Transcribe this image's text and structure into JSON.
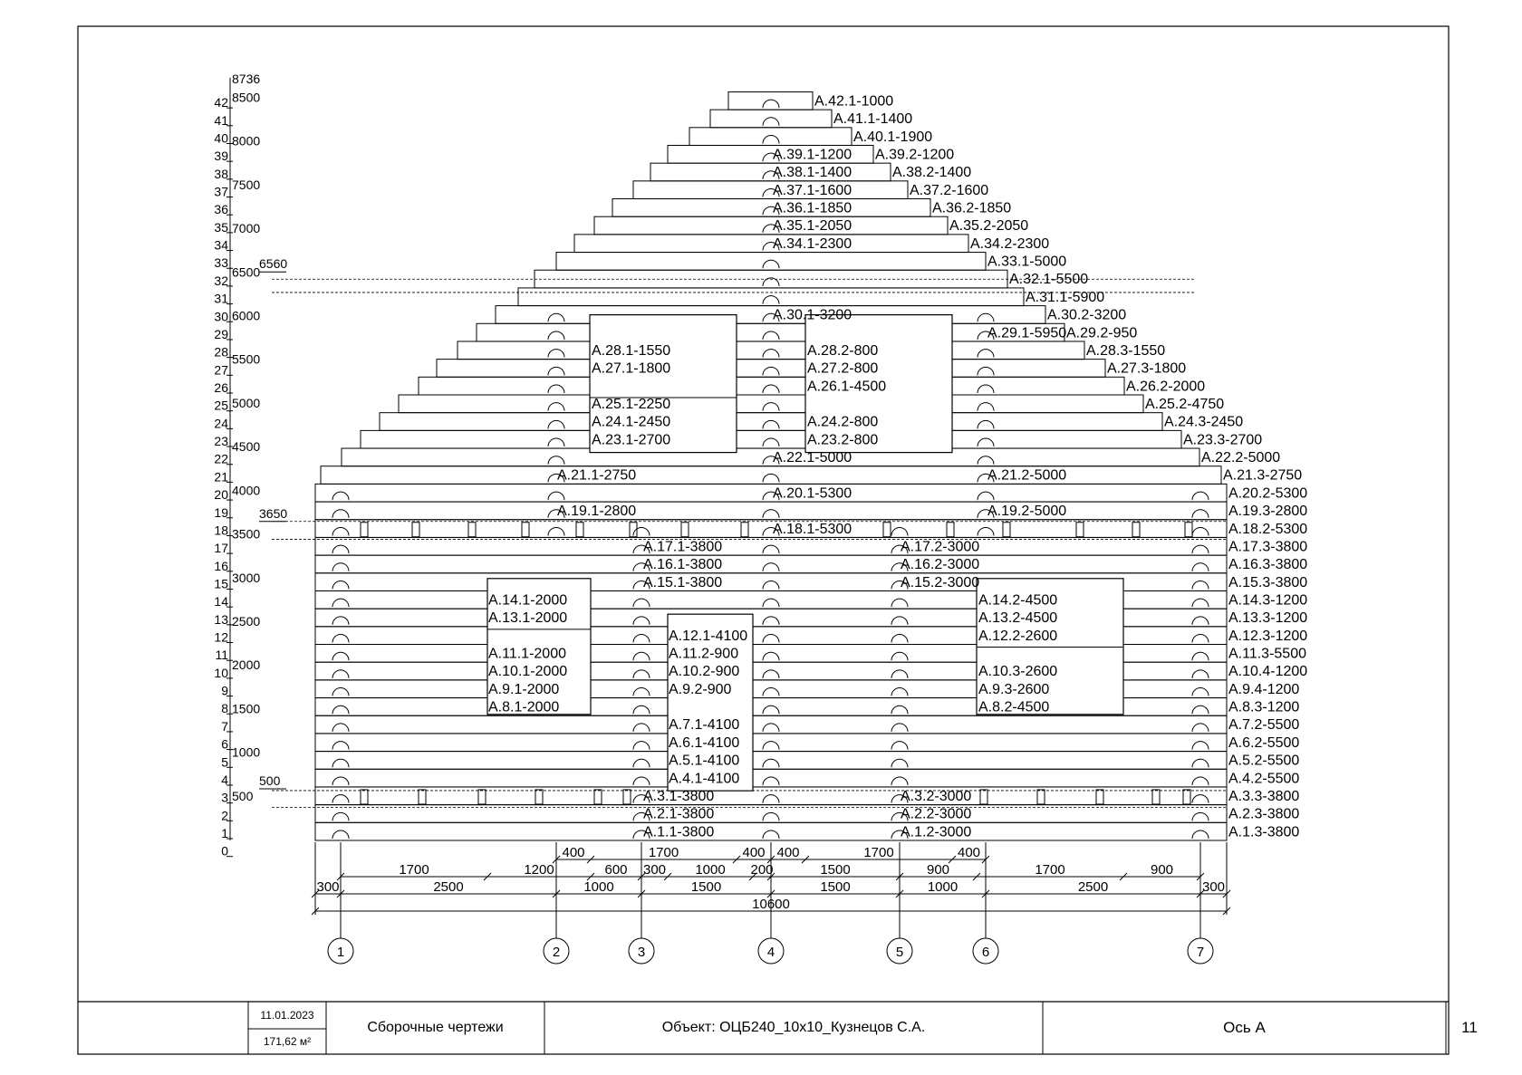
{
  "title_block": {
    "date": "11.01.2023",
    "area": "171,62 м²",
    "section": "Сборочные чертежи",
    "object": "Объект: ОЦБ240_10х10_Кузнецов С.А.",
    "view": "Ось А",
    "sheet": "11"
  },
  "elevation_scale": {
    "row_numbers": [
      "0",
      "1",
      "2",
      "3",
      "4",
      "5",
      "6",
      "7",
      "8",
      "9",
      "10",
      "11",
      "12",
      "13",
      "14",
      "15",
      "16",
      "17",
      "18",
      "19",
      "20",
      "21",
      "22",
      "23",
      "24",
      "25",
      "26",
      "27",
      "28",
      "29",
      "30",
      "31",
      "32",
      "33",
      "34",
      "35",
      "36",
      "37",
      "38",
      "39",
      "40",
      "41",
      "42"
    ],
    "mm_labels": [
      "500",
      "1000",
      "1500",
      "2000",
      "2500",
      "3000",
      "3500",
      "4000",
      "4500",
      "5000",
      "5500",
      "6000",
      "6500",
      "7000",
      "7500",
      "8000",
      "8500"
    ],
    "top": "8736",
    "marks": [
      "6560",
      "3650",
      "500"
    ]
  },
  "axes": [
    "1",
    "2",
    "3",
    "4",
    "5",
    "6",
    "7"
  ],
  "dims": {
    "row1": [
      "400",
      "1700",
      "400",
      "400",
      "1700",
      "400"
    ],
    "row2": [
      "1700",
      "1200",
      "600",
      "300",
      "1000",
      "200",
      "1500",
      "900",
      "1700",
      "900"
    ],
    "row3": [
      "300",
      "2500",
      "1000",
      "1500",
      "1500",
      "1000",
      "2500",
      "300"
    ],
    "total": "10600"
  },
  "logs": {
    "right": [
      "А.1.3-3800",
      "А.2.3-3800",
      "А.3.3-3800",
      "А.4.2-5500",
      "А.5.2-5500",
      "А.6.2-5500",
      "А.7.2-5500",
      "А.8.3-1200",
      "А.9.4-1200",
      "А.10.4-1200",
      "А.11.3-5500",
      "А.12.3-1200",
      "А.13.3-1200",
      "А.14.3-1200",
      "А.15.3-3800",
      "А.16.3-3800",
      "А.17.3-3800",
      "А.18.2-5300",
      "А.19.3-2800",
      "А.20.2-5300",
      "А.21.3-2750",
      "А.22.2-5000",
      "А.23.3-2700",
      "А.24.3-2450",
      "А.25.2-4750",
      "А.26.2-2000",
      "А.27.3-1800",
      "А.28.3-1550",
      "А.29.2-950",
      "А.30.2-3200",
      "А.31.1-5900",
      "А.32.1-5500",
      "А.33.1-5000",
      "А.34.2-2300",
      "А.35.2-2050",
      "А.36.2-1850",
      "А.37.2-1600",
      "А.38.2-1400",
      "А.39.2-1200",
      "А.40.1-1900",
      "А.41.1-1400",
      "А.42.1-1000"
    ],
    "left_wall": [
      "А.1.1-3800",
      "А.2.1-3800",
      "А.3.1-3800",
      "",
      "",
      "",
      "",
      "",
      "",
      "",
      "",
      "",
      "",
      "",
      "А.15.1-3800",
      "А.16.1-3800",
      "А.17.1-3800"
    ],
    "right_wall": [
      "А.1.2-3000",
      "А.2.2-3000",
      "А.3.2-3000",
      "",
      "",
      "",
      "",
      "",
      "",
      "",
      "",
      "",
      "",
      "",
      "А.15.2-3000",
      "А.16.2-3000",
      "А.17.2-3000"
    ],
    "left_window": [
      "А.8.1-2000",
      "А.9.1-2000",
      "А.10.1-2000",
      "А.11.1-2000",
      "",
      "А.13.1-2000",
      "А.14.1-2000"
    ],
    "door": [
      "А.4.1-4100",
      "А.5.1-4100",
      "А.6.1-4100",
      "А.7.1-4100",
      "",
      "А.9.2-900",
      "А.10.2-900",
      "А.11.2-900",
      "А.12.1-4100"
    ],
    "right_window": [
      "А.8.2-4500",
      "А.9.3-2600",
      "А.10.3-2600",
      "",
      "А.12.2-2600",
      "А.13.2-4500",
      "А.14.2-4500"
    ],
    "gable_left": [
      "А.19.1-2800",
      "",
      "А.21.1-2750",
      "",
      "",
      "",
      "",
      "",
      "",
      "",
      ""
    ],
    "gable_right": [
      "А.19.2-5000",
      "",
      "А.21.2-5000",
      "",
      "",
      "",
      "",
      "",
      "",
      "",
      "А.29.1-5950"
    ],
    "center": [
      "А.18.1-5300",
      "",
      "А.20.1-5300",
      "",
      "А.22.1-5000",
      "",
      "",
      "",
      "",
      "",
      "",
      "",
      "А.30.1-3200",
      "",
      "",
      "",
      "А.34.1-2300",
      "А.35.1-2050",
      "А.36.1-1850",
      "А.37.1-1600",
      "А.38.1-1400",
      "А.39.1-1200"
    ],
    "upper_left_window": [
      "А.23.1-2700",
      "А.24.1-2450",
      "А.25.1-2250",
      "",
      "А.27.1-1800",
      "А.28.1-1550"
    ],
    "upper_right_window": [
      "А.23.2-800",
      "А.24.2-800",
      "",
      "А.26.1-4500",
      "А.27.2-800",
      "А.28.2-800"
    ]
  },
  "colors": {
    "line": "#000000",
    "background": "#ffffff"
  }
}
